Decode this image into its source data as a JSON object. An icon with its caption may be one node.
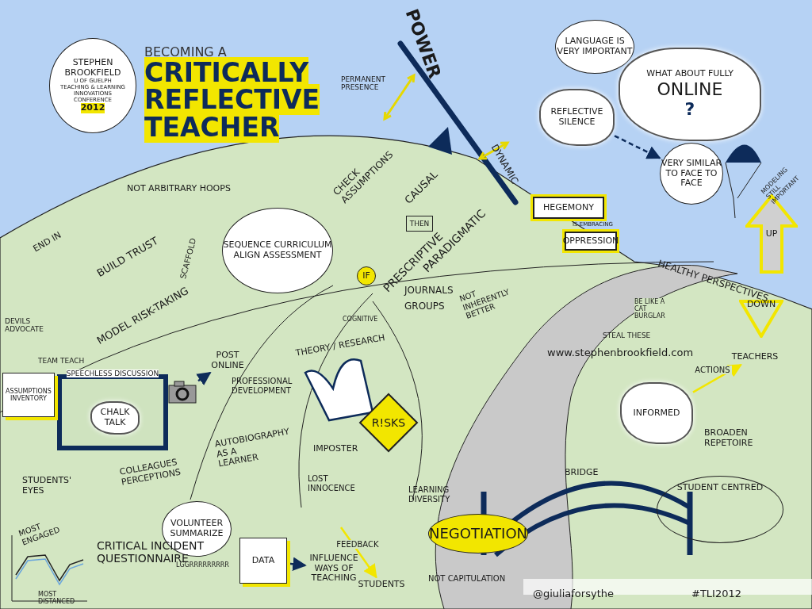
{
  "diagram": {
    "title": "BECOMING A CRITICALLY REFLECTIVE TEACHER",
    "nodes": [
      {
        "text": [
          "STEPHEN BROOKFIELD",
          "U OF GUELPH TEACHING & LEARNING INNOVATIONS CONFERENCE",
          "2012"
        ]
      },
      {
        "text": [
          "LANGUAGE IS VERY IMPORTANT"
        ]
      },
      {
        "text": [
          "WHAT ABOUT FULLY",
          "ONLINE",
          "?"
        ]
      },
      {
        "text": [
          "REFLECTIVE SILENCE"
        ]
      },
      {
        "text": [
          "VERY SIMILAR TO FACE TO FACE"
        ]
      },
      {
        "text": [
          "HEGEMONY"
        ]
      },
      {
        "text": [
          "OPPRESSION"
        ]
      },
      {
        "text": [
          "SEQUENCE CURRICULUM",
          "ALIGN ASSESSMENT"
        ]
      },
      {
        "text": [
          "IF"
        ]
      },
      {
        "text": [
          "THEN"
        ]
      },
      {
        "text": [
          "SPEECHLESS DISCUSSION"
        ]
      },
      {
        "text": [
          "CHALK TALK"
        ],
        "in": 10
      },
      {
        "text": [],
        "shape": "picture"
      },
      {
        "text": [
          "POST ONLINE"
        ]
      },
      {
        "text": [
          "ASSUMPTIONS INVENTORY"
        ]
      },
      {
        "text": [
          "R!SKS"
        ]
      },
      {
        "text": [
          "VOLUNTEER SUMMARIZE"
        ]
      },
      {
        "text": [
          "DATA"
        ]
      },
      {
        "text": [
          "INFLUENCE WAYS OF TEACHING"
        ]
      },
      {
        "text": [
          "STUDENTS"
        ]
      },
      {
        "text": [
          "NEGOTIATION"
        ]
      },
      {
        "text": [
          "UP"
        ]
      },
      {
        "text": [
          "DOWN"
        ]
      },
      {
        "text": [
          "INFORMED"
        ]
      },
      {
        "text": [
          "TEACHERS"
        ]
      },
      {
        "text": [
          "STUDENT CENTRED"
        ]
      }
    ],
    "edges": [
      {
        "from": 3,
        "to": 4,
        "arrow": "to",
        "style": "dashed"
      },
      {
        "from": 12,
        "to": 13,
        "arrow": "to"
      },
      {
        "from": 17,
        "to": 18,
        "arrow": "to"
      },
      {
        "from": null,
        "to": 19,
        "arrow": "to",
        "label": "FEEDBACK",
        "color": "#f2e600"
      },
      {
        "from": 23,
        "to": 24,
        "arrow": "to",
        "label": "ACTIONS",
        "color": "#f2e600"
      }
    ],
    "labels": [
      "PERMANENT PRESENCE",
      "POWER",
      "DYNAMIC",
      "IS EMBRACING",
      "MODELING STILL IMPORTANT",
      "NOT ARBITRARY HOOPS",
      "END IN",
      "DEVILS ADVOCATE",
      "TEAM TEACH",
      "BUILD TRUST",
      "MODEL RISK-TAKING",
      "SCAFFOLD",
      "CHECK ASSUMPTIONS",
      "CAUSAL",
      "PRESCRIPTIVE",
      "PARADIGMATIC",
      "COGNITIVE",
      "JOURNALS",
      "GROUPS",
      "NOT INHERENTLY BETTER",
      "THEORY / RESEARCH",
      "PROFESSIONAL DEVELOPMENT",
      "HEALTHY PERSPECTIVES",
      "BE LIKE A CAT BURGLAR",
      "STEAL THESE",
      "www.stephenbrookfield.com",
      "BROADEN REPETOIRE",
      "BRIDGE",
      "STUDENTS' EYES",
      "COLLEAGUES PERCEPTIONS",
      "AUTOBIOGRAPHY AS A LEARNER",
      "IMPOSTER",
      "LOST INNOCENCE",
      "LEARNING DIVERSITY",
      "MOST ENGAGED",
      "MOST DISTANCED",
      "CRITICAL INCIDENT QUESTIONNAIRE",
      "LGGRRRRRRRRR",
      "NOT CAPITULATION",
      "@giuliaforsythe",
      "#TLI2012"
    ]
  }
}
